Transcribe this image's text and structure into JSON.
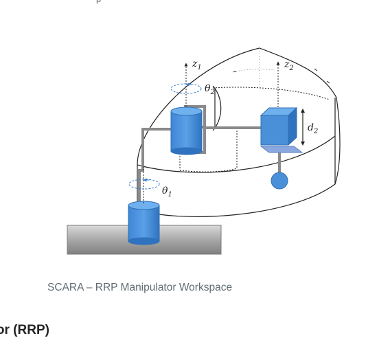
{
  "top_fragment": "p",
  "diagram": {
    "labels": {
      "z1_base": "z",
      "z1_sub": "1",
      "z2_base": "z",
      "z2_sub": "2",
      "theta2_base": "θ",
      "theta2_sub": "2",
      "theta1_base": "θ",
      "theta1_sub": "1",
      "d2_base": "d",
      "d2_sub": "2"
    },
    "colors": {
      "joint_blue": "#4a90d9",
      "joint_blue_dark": "#2f6fb4",
      "link_gray": "#8a8a8a",
      "table_gray": "#9a9a9a",
      "rotation_blue": "#3a7fd0"
    }
  },
  "caption": "SCARA – RRP Manipulator Workspace",
  "next_heading": "ator (RRP)"
}
